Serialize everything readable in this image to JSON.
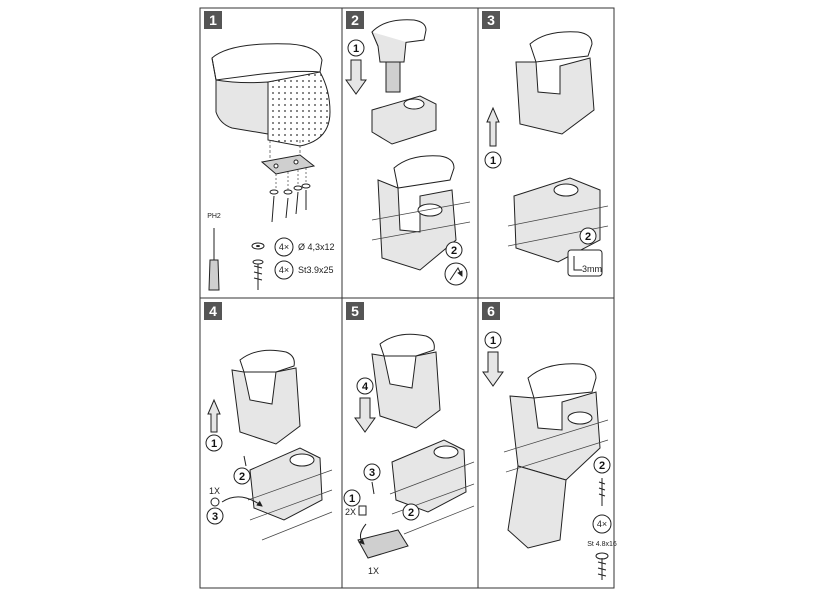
{
  "panels": [
    {
      "number": "1"
    },
    {
      "number": "2"
    },
    {
      "number": "3"
    },
    {
      "number": "4"
    },
    {
      "number": "5"
    },
    {
      "number": "6"
    }
  ],
  "labels": {
    "p1_ph": "PH2",
    "p1_qty_a": "4×",
    "p1_spec_a": "Ø 4,3x12",
    "p1_qty_b": "4×",
    "p1_spec_b": "St3.9x25",
    "p3_tool": "3mm",
    "p4_qty": "1X",
    "p5_qty_a": "2X",
    "p5_qty_b": "1X",
    "p6_qty": "4×",
    "p6_spec": "St 4.8x16"
  },
  "steps": {
    "p2_a": "1",
    "p2_b": "2",
    "p3_a": "1",
    "p3_b": "2",
    "p4_a": "1",
    "p4_b": "2",
    "p4_c": "3",
    "p5_a": "1",
    "p5_b": "2",
    "p5_c": "3",
    "p5_d": "4",
    "p6_a": "1",
    "p6_b": "2"
  }
}
